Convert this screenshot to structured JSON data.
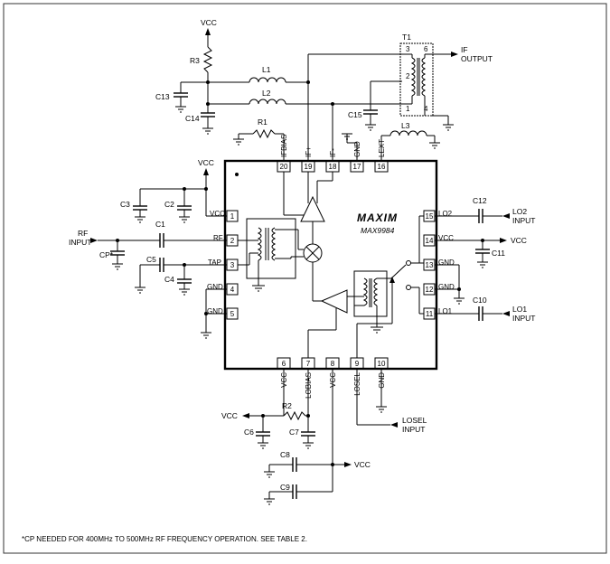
{
  "chip": {
    "logo": "MAXIM",
    "part": "MAX9984",
    "pins": [
      {
        "num": "1",
        "name": "VCC"
      },
      {
        "num": "2",
        "name": "RF"
      },
      {
        "num": "3",
        "name": "TAP"
      },
      {
        "num": "4",
        "name": "GND"
      },
      {
        "num": "5",
        "name": "GND"
      },
      {
        "num": "6",
        "name": "VCC"
      },
      {
        "num": "7",
        "name": "LOBIAS"
      },
      {
        "num": "8",
        "name": "VCC"
      },
      {
        "num": "9",
        "name": "LOSEL"
      },
      {
        "num": "10",
        "name": "GND"
      },
      {
        "num": "11",
        "name": "LO1"
      },
      {
        "num": "12",
        "name": "GND"
      },
      {
        "num": "13",
        "name": "GND"
      },
      {
        "num": "14",
        "name": "VCC"
      },
      {
        "num": "15",
        "name": "LO2"
      },
      {
        "num": "16",
        "name": "LEXT"
      },
      {
        "num": "17",
        "name": "GND"
      },
      {
        "num": "18",
        "name": "IF-"
      },
      {
        "num": "19",
        "name": "IF+"
      },
      {
        "num": "20",
        "name": "IFBIAS"
      }
    ]
  },
  "components": {
    "R1": "R1",
    "R2": "R2",
    "R3": "R3",
    "L1": "L1",
    "L2": "L2",
    "L3": "L3",
    "T1": "T1",
    "C1": "C1",
    "C2": "C2",
    "C3": "C3",
    "C4": "C4",
    "C5": "C5",
    "C6": "C6",
    "C7": "C7",
    "C8": "C8",
    "C9": "C9",
    "C10": "C10",
    "C11": "C11",
    "C12": "C12",
    "C13": "C13",
    "C14": "C14",
    "C15": "C15",
    "CP": "CP*"
  },
  "transformer_pins": [
    "3",
    "6",
    "2",
    "1",
    "4"
  ],
  "signals": {
    "vcc": "VCC",
    "if_output_1": "IF",
    "if_output_2": "OUTPUT",
    "rf_input_1": "RF",
    "rf_input_2": "INPUT",
    "lo2_input_1": "LO2",
    "lo2_input_2": "INPUT",
    "lo1_input_1": "LO1",
    "lo1_input_2": "INPUT",
    "losel_input_1": "LOSEL",
    "losel_input_2": "INPUT"
  },
  "footnote": "*CP NEEDED FOR 400MHz TO 500MHz RF FREQUENCY OPERATION. SEE TABLE 2."
}
